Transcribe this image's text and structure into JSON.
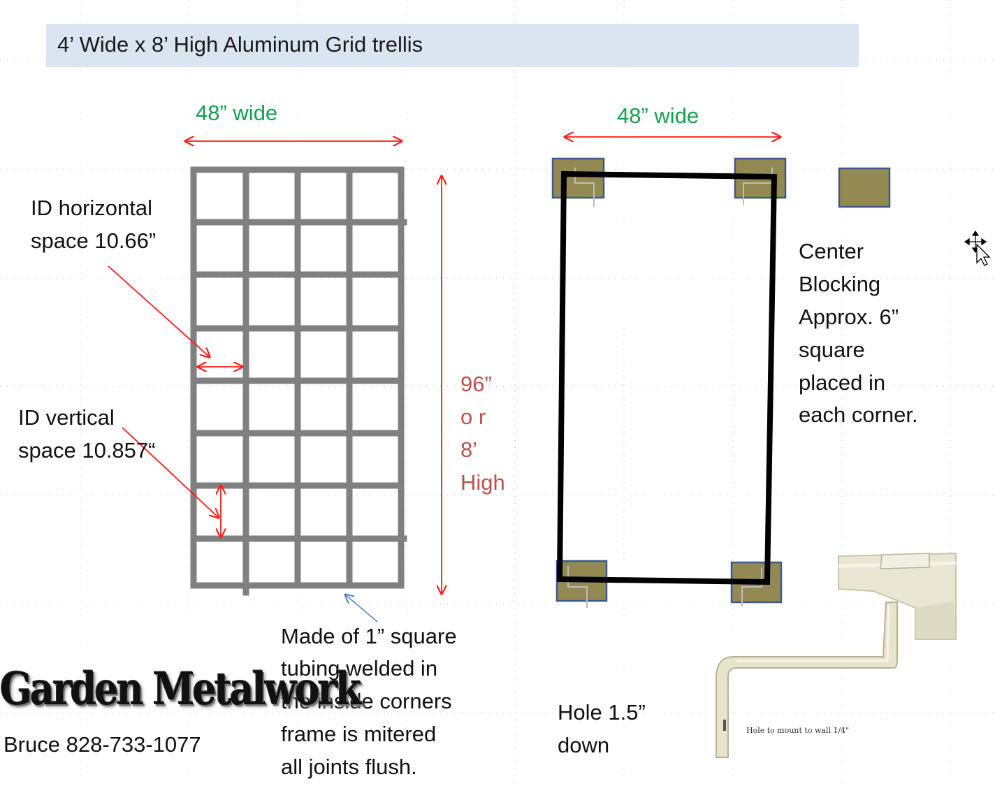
{
  "title": "4’ Wide x 8’ High Aluminum Grid trellis",
  "left_width_label": "48” wide",
  "right_width_label": "48” wide",
  "horizontal_space": [
    "ID  horizontal",
    "space  10.66”"
  ],
  "vertical_space": [
    "ID  vertical",
    "space  10.857“"
  ],
  "height_label": [
    "96”",
    "o r",
    "8’",
    "High"
  ],
  "blocking_note": [
    "Center",
    "Blocking",
    "Approx. 6”",
    "square",
    "placed in",
    "each corner."
  ],
  "material_note": [
    "Made of 1” square",
    "tubing  welded in",
    "the inside corners",
    "frame is mitered",
    "all joints flush."
  ],
  "hole_note": [
    "Hole  1.5”",
    "down"
  ],
  "photo_caption": "Hole to mount to wall 1/4\"",
  "logo_text": "Garden Metalwork",
  "contact": "Bruce 828-733-1077",
  "colors": {
    "title_bar": "#dbe5f1",
    "dimension_green": "#12a150",
    "height_red": "#c0504d",
    "arrow_red": "#ff1a1a",
    "grid_gray": "#808080",
    "block_fill": "#938953",
    "block_border": "#3b5a8c",
    "frame": "#000000"
  },
  "icons": [
    "move-cursor-icon"
  ]
}
